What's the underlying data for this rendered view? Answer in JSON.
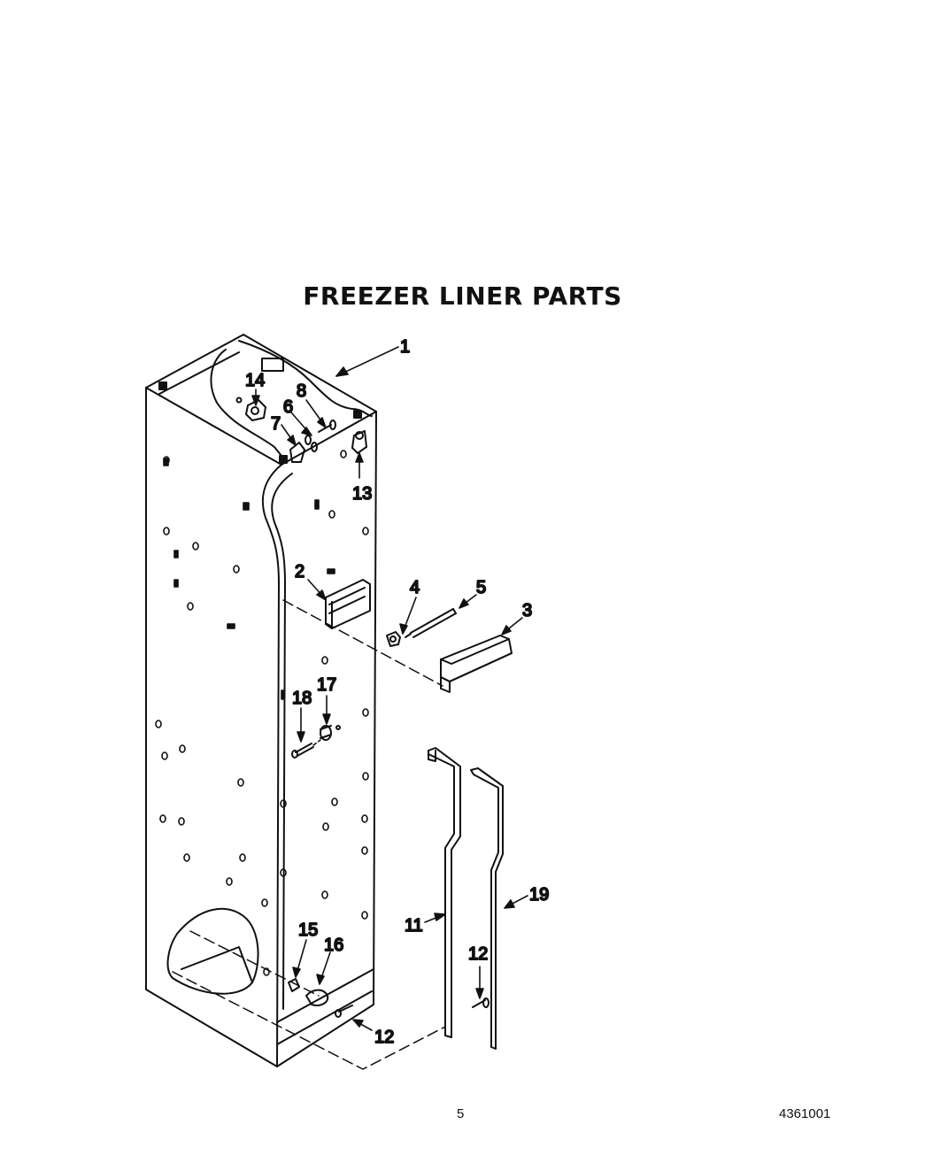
{
  "title": "FREEZER LINER PARTS",
  "page_number": "5",
  "document_number": "4361001",
  "callouts": {
    "c1": "1",
    "c2": "2",
    "c3": "3",
    "c4": "4",
    "c5": "5",
    "c6": "6",
    "c7": "7",
    "c8": "8",
    "c11": "11",
    "c12a": "12",
    "c12b": "12",
    "c13": "13",
    "c14": "14",
    "c15": "15",
    "c16": "16",
    "c17": "17",
    "c18": "18",
    "c19": "19"
  }
}
